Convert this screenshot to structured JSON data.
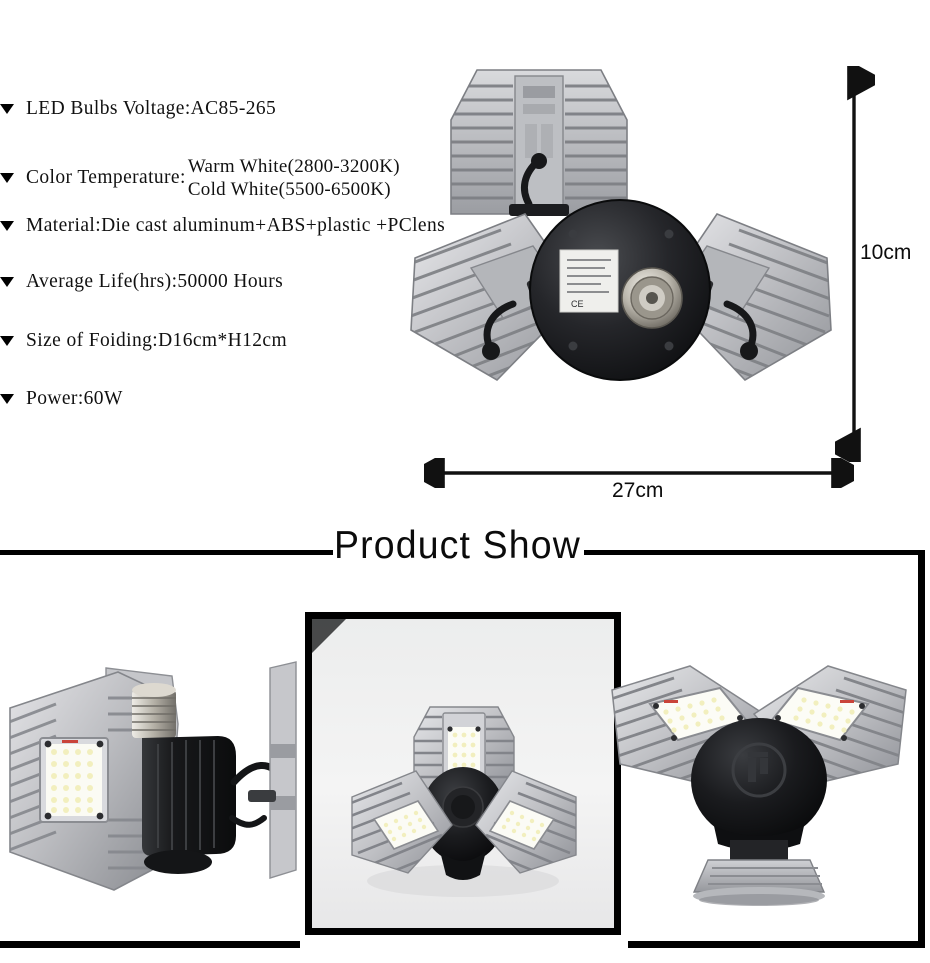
{
  "specs": {
    "items": [
      {
        "name": "voltage",
        "text": "LED Bulbs Voltage:AC85-265",
        "type": "single"
      },
      {
        "name": "color-temperature",
        "label": "Color Temperature:",
        "type": "stacked",
        "lines": [
          "Warm White(2800-3200K)",
          "Cold White(5500-6500K)"
        ]
      },
      {
        "name": "material",
        "text": "Material:Die cast aluminum+ABS+plastic +PClens",
        "type": "single"
      },
      {
        "name": "average-life",
        "text": "Average Life(hrs):50000 Hours",
        "type": "single"
      },
      {
        "name": "size-of-folding",
        "text": "Size of Foiding:D16cm*H12cm",
        "type": "single"
      },
      {
        "name": "power",
        "text": "Power:60W",
        "type": "single"
      }
    ]
  },
  "dimensions": {
    "height_label": "10cm",
    "width_label": "27cm"
  },
  "banner": {
    "title": "Product Show"
  },
  "colors": {
    "ink": "#000000",
    "text": "#111111",
    "metal_light": "#e8e8ea",
    "metal_mid": "#b8b9bd",
    "metal_dark": "#8a8c91",
    "body_black": "#17181a",
    "led_warm": "#f6f3c8",
    "photo_bg": "#f2f2f2"
  },
  "photos": [
    {
      "name": "product-photo-left",
      "view": "angled side view with E27 screw base"
    },
    {
      "name": "product-photo-center",
      "view": "three panel front view on light background"
    },
    {
      "name": "product-photo-right",
      "view": "two panel V front view on stand"
    }
  ],
  "hero": {
    "name": "product-hero-rear-view",
    "view": "rear view showing black housing, screw base and three finned panels"
  }
}
